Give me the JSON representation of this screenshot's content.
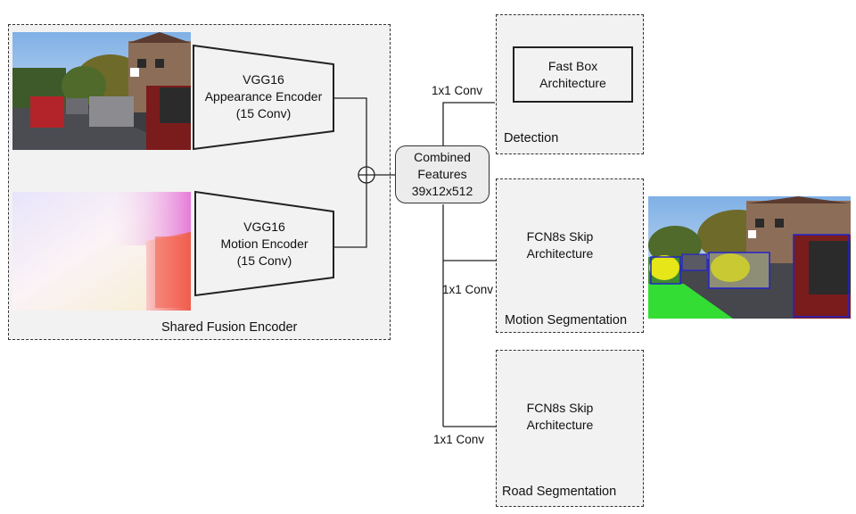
{
  "encoder_panel": {
    "title": "Shared Fusion Encoder"
  },
  "appearance_encoder": {
    "line1": "VGG16",
    "line2": "Appearance Encoder",
    "line3": "(15 Conv)"
  },
  "motion_encoder": {
    "line1": "VGG16",
    "line2": "Motion Encoder",
    "line3": "(15 Conv)"
  },
  "combined": {
    "line1": "Combined",
    "line2": "Features",
    "line3": "39x12x512"
  },
  "detection": {
    "panel_title": "Detection",
    "box_line1": "Fast Box",
    "box_line2": "Architecture",
    "conv_label": "1x1 Conv"
  },
  "motion_seg": {
    "panel_title": "Motion Segmentation",
    "line1": "FCN8s Skip",
    "line2": "Architecture",
    "conv_label": "1x1 Conv"
  },
  "road_seg": {
    "panel_title": "Road Segmentation",
    "line1": "FCN8s Skip",
    "line2": "Architecture",
    "conv_label": "1x1 Conv"
  },
  "colors": {
    "panel_bg": "#f2f2f2",
    "stroke": "#222222",
    "road_green": "#33dd33",
    "car_yellow": "#e6e619",
    "box_blue": "#2222cc"
  }
}
